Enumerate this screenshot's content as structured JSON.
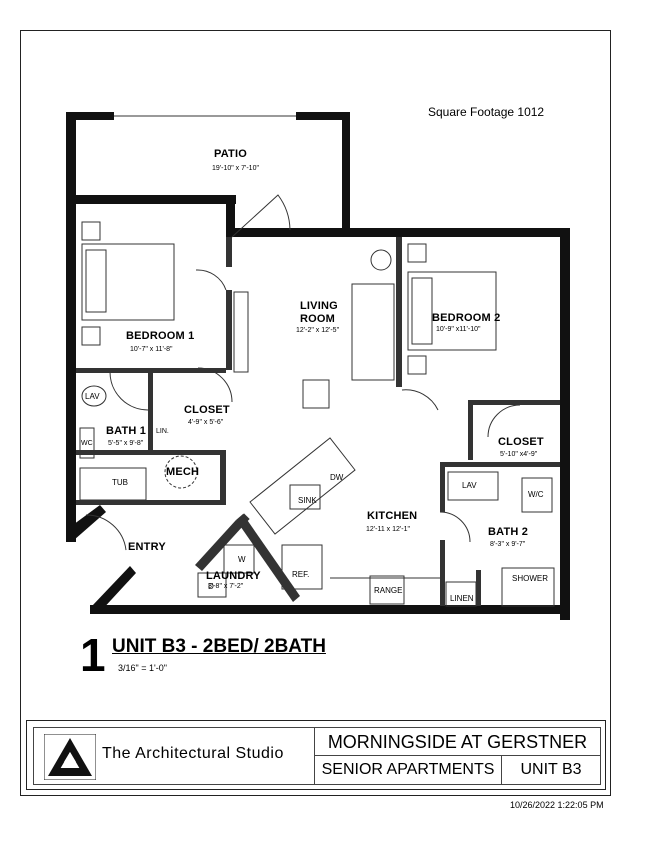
{
  "header": {
    "square_footage": "Square Footage 1012"
  },
  "rooms": {
    "patio": {
      "name": "PATIO",
      "dims": "19'-10\" x 7'-10\""
    },
    "bedroom1": {
      "name": "BEDROOM 1",
      "dims": "10'-7\" x 11'-8\""
    },
    "living": {
      "name_line1": "LIVING",
      "name_line2": "ROOM",
      "dims": "12'-2\" x 12'-5\""
    },
    "bedroom2": {
      "name": "BEDROOM 2",
      "dims": "10'-9\" x11'-10\""
    },
    "bath1": {
      "name": "BATH 1",
      "dims": "5'-5\" x 9'-8\""
    },
    "closet1": {
      "name": "CLOSET",
      "dims": "4'-9\" x 5'-6\""
    },
    "closet2": {
      "name": "CLOSET",
      "dims": "5'-10\" x4'-9\""
    },
    "kitchen": {
      "name": "KITCHEN",
      "dims": "12'-11 x 12'-1\""
    },
    "bath2": {
      "name": "BATH 2",
      "dims": "8'-3\" x 9'-7\""
    },
    "entry": {
      "name": "ENTRY"
    },
    "laundry": {
      "name": "LAUNDRY",
      "dims": "3'-8\" x 7'-2\""
    },
    "mech": {
      "name": "MECH"
    }
  },
  "fixtures": {
    "lav1": "LAV",
    "wc1": "WC",
    "tub": "TUB",
    "lin": "LIN.",
    "sink": "SINK",
    "dw": "DW",
    "ref": "REF.",
    "range": "RANGE",
    "w": "W",
    "d": "D",
    "lav2": "LAV",
    "wc2": "W/C",
    "shower": "SHOWER",
    "linen": "LINEN"
  },
  "unit": {
    "number": "1",
    "title": "UNIT B3 - 2BED/ 2BATH",
    "scale": "3/16\" = 1'-0\""
  },
  "title_block": {
    "studio": "The Architectural Studio",
    "project": "MORNINGSIDE AT GERSTNER",
    "subtitle": "SENIOR APARTMENTS",
    "unit": "UNIT B3"
  },
  "timestamp": "10/26/2022 1:22:05 PM"
}
